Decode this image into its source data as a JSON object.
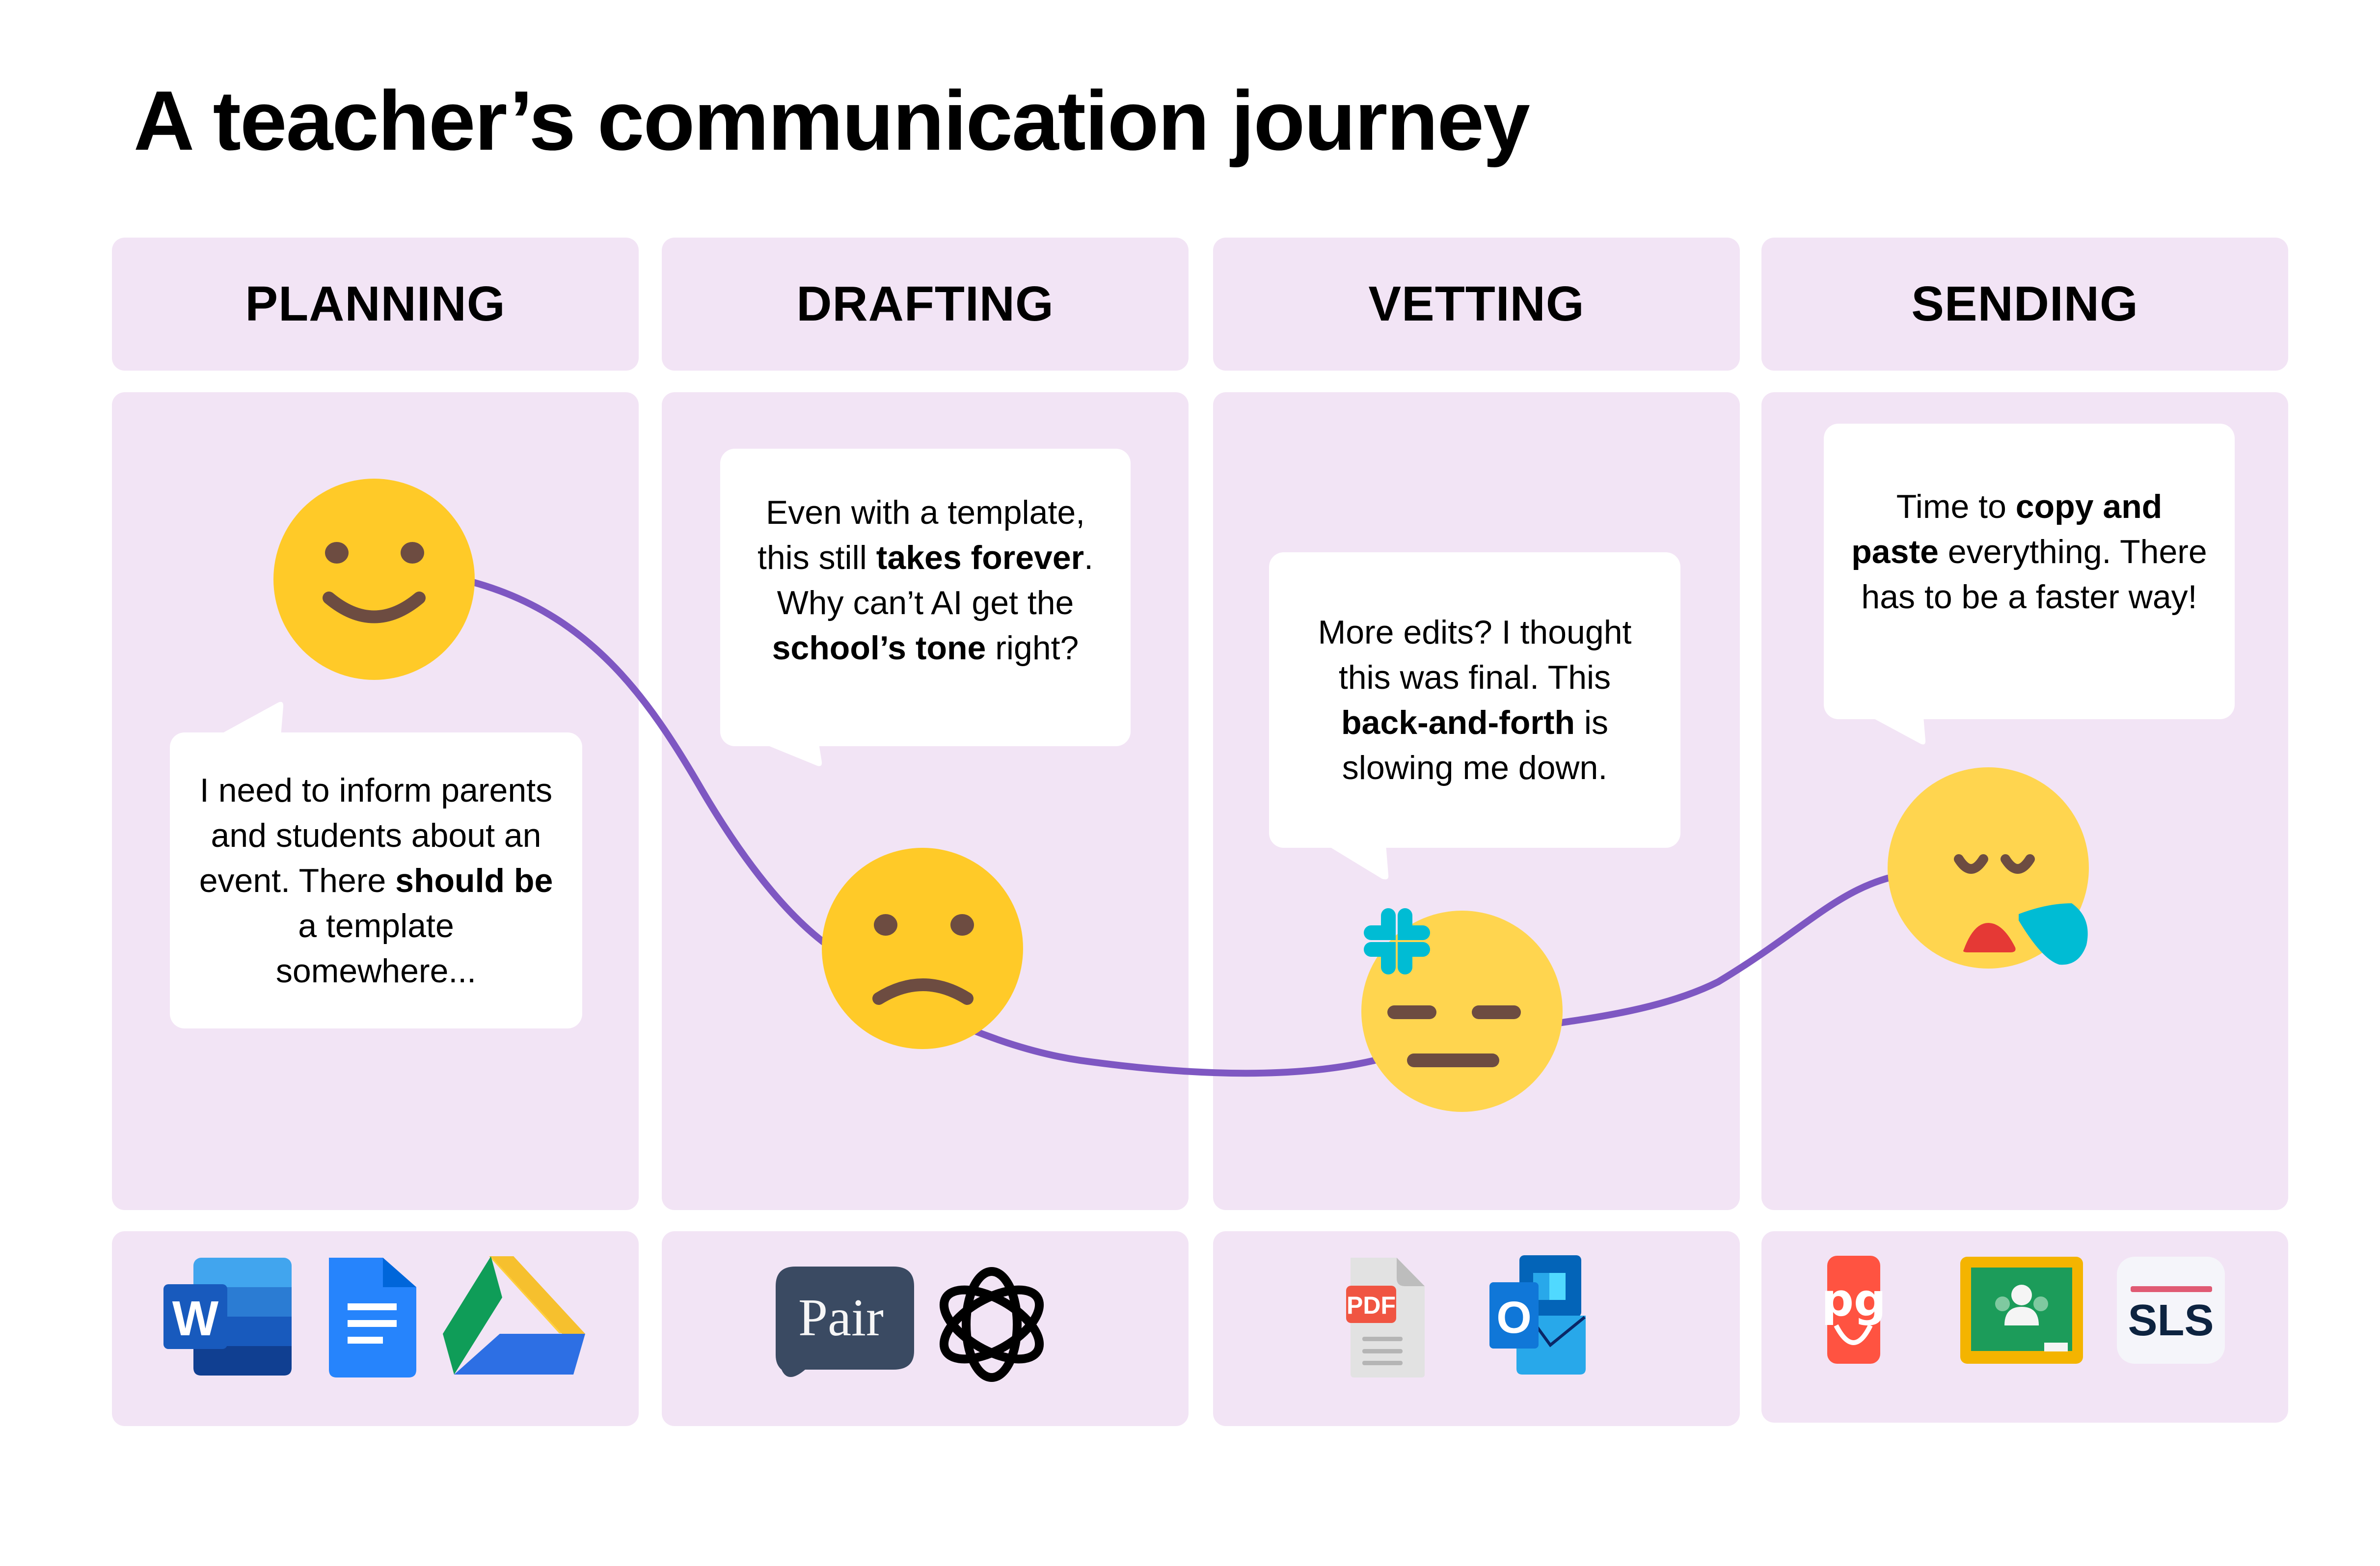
{
  "title": "A teacher’s communication journey",
  "stages": [
    {
      "id": "planning",
      "label": "PLANNING",
      "emotion": "happy",
      "quote_parts": [
        {
          "text": "I need to inform parents and students about an event. There ",
          "bold": false
        },
        {
          "text": "should be",
          "bold": true
        },
        {
          "text": " a template somewhere...",
          "bold": false
        }
      ],
      "tools": [
        {
          "name": "Microsoft Word",
          "icon": "word-icon",
          "letter": "W"
        },
        {
          "name": "Google Docs",
          "icon": "google-docs-icon"
        },
        {
          "name": "Google Drive",
          "icon": "google-drive-icon"
        }
      ]
    },
    {
      "id": "drafting",
      "label": "DRAFTING",
      "emotion": "sad",
      "quote_parts": [
        {
          "text": "Even with a template, this still ",
          "bold": false
        },
        {
          "text": "takes forever",
          "bold": true
        },
        {
          "text": ". Why can’t AI get the ",
          "bold": false
        },
        {
          "text": "school’s tone",
          "bold": true
        },
        {
          "text": " right?",
          "bold": false
        }
      ],
      "tools": [
        {
          "name": "Pair",
          "icon": "pair-icon",
          "text": "Pair"
        },
        {
          "name": "ChatGPT",
          "icon": "openai-icon"
        }
      ]
    },
    {
      "id": "vetting",
      "label": "VETTING",
      "emotion": "annoyed",
      "quote_parts": [
        {
          "text": "More edits? I thought this was final. This ",
          "bold": false
        },
        {
          "text": "back-and-forth",
          "bold": true
        },
        {
          "text": " is slowing me down.",
          "bold": false
        }
      ],
      "tools": [
        {
          "name": "PDF",
          "icon": "pdf-icon",
          "text": "PDF"
        },
        {
          "name": "Microsoft Outlook",
          "icon": "outlook-icon",
          "letter": "O"
        }
      ]
    },
    {
      "id": "sending",
      "label": "SENDING",
      "emotion": "tired-sweat",
      "quote_parts": [
        {
          "text": "Time to ",
          "bold": false
        },
        {
          "text": "copy and paste",
          "bold": true
        },
        {
          "text": " everything. There has to be a faster way!",
          "bold": false
        }
      ],
      "tools": [
        {
          "name": "Parents Gateway",
          "icon": "parents-gateway-icon",
          "text": "pg"
        },
        {
          "name": "Google Classroom",
          "icon": "google-classroom-icon"
        },
        {
          "name": "SLS",
          "icon": "sls-icon",
          "text": "SLS"
        }
      ]
    }
  ],
  "colors": {
    "panel_bg": "#f2e4f5",
    "journey_line": "#7e57c2",
    "emoji_face": "#ffca28",
    "emoji_feature": "#6d4c41",
    "accent_cyan": "#00bcd4",
    "mouth_red": "#e53935"
  }
}
